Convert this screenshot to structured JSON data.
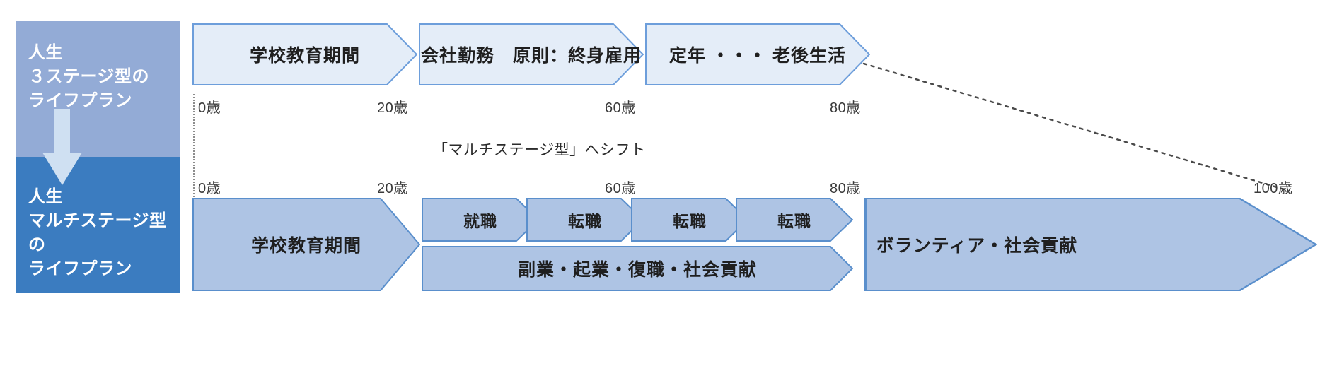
{
  "legend": {
    "top": {
      "label": "人生\n３ステージ型の\nライフプラン",
      "bg": "#93abd6"
    },
    "bottom": {
      "label": "人生\nマルチステージ型の\nライフプラン",
      "bg": "#3b7cc0"
    },
    "arrow_icon": "down-arrow-icon"
  },
  "shift_note": "「マルチステージ型」へシフト",
  "three_stage": {
    "stages": [
      {
        "label": "学校教育期間"
      },
      {
        "label": "会社勤務　原則：終身雇用"
      },
      {
        "label": "定年 ・・・ 老後生活"
      }
    ],
    "age_ticks": [
      "0歳",
      "20歳",
      "60歳",
      "80歳"
    ],
    "fill": "#e4edf8",
    "stroke": "#6d9edb"
  },
  "multi_stage": {
    "age_ticks": [
      "0歳",
      "20歳",
      "60歳",
      "80歳",
      "100歳"
    ],
    "education": {
      "label": "学校教育期間"
    },
    "jobs": [
      {
        "label": "就職"
      },
      {
        "label": "転職"
      },
      {
        "label": "転職"
      },
      {
        "label": "転職"
      }
    ],
    "side_activity": {
      "label": "副業・起業・復職・社会貢献"
    },
    "final": {
      "label": "ボランティア・社会貢献"
    },
    "fill": "#aec4e4",
    "stroke": "#5a8fcc"
  }
}
